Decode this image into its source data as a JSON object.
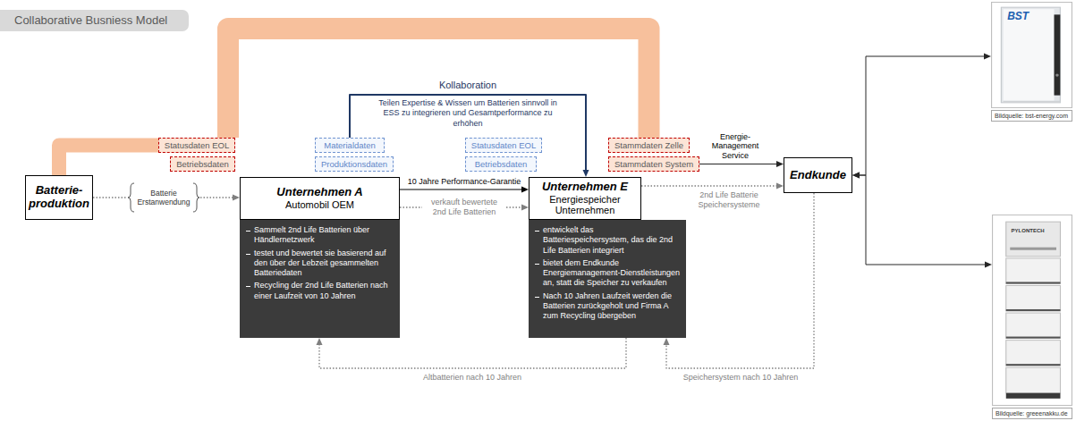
{
  "diagram": {
    "title": "Collaborative Busniess Model",
    "nodes": [
      {
        "text": [
          "Batterie- produktion"
        ]
      },
      {
        "text": [
          "Batterie Erstanwendung"
        ]
      },
      {
        "text": [
          "Unternehmen A",
          "Automobil OEM"
        ]
      },
      {
        "text": [
          "Sammelt 2nd Life Batterien über Händlernetzwerk",
          "testet und bewertet sie basierend auf den über der Lebzeit gesammelten Batteriedaten",
          "Recycling der 2nd Life Batterien nach einer Laufzeit von 10 Jahren"
        ]
      },
      {
        "text": [
          "Unternehmen E",
          "Energiespeicher Unternehmen"
        ]
      },
      {
        "text": [
          "entwickelt das Batteriespeichersystem, das die 2nd Life Batterien integriert",
          "bietet dem Endkunde Energiemanagement-Dienstleistungen an, statt die Speicher zu verkaufen",
          "Nach 10 Jahren Laufzeit werden die Batterien zurückgeholt und Firma A zum Recycling übergeben"
        ]
      },
      {
        "text": [
          "Endkunde"
        ]
      },
      {
        "text": [
          "Statusdaten EOL"
        ]
      },
      {
        "text": [
          "Betriebsdaten"
        ]
      },
      {
        "text": [
          "Materialdaten"
        ]
      },
      {
        "text": [
          "Produktionsdaten"
        ]
      },
      {
        "text": [
          "Statusdaten EOL"
        ]
      },
      {
        "text": [
          "Betriebsdaten"
        ]
      },
      {
        "text": [
          "Stammdaten Zelle"
        ]
      },
      {
        "text": [
          "Stammdaten System"
        ]
      },
      {
        "text": [
          "Bildquelle: bst-energy.com"
        ]
      },
      {
        "text": [
          "Bildquelle: greeenakku.de"
        ]
      }
    ],
    "edges": [
      {
        "from": 0,
        "to": 1,
        "arrow": "none"
      },
      {
        "from": 1,
        "to": 2,
        "arrow": "to"
      },
      {
        "from": 2,
        "to": 4,
        "label": "10 Jahre Performance-Garantie",
        "arrow": "to"
      },
      {
        "from": 2,
        "to": 4,
        "label": "verkauft bewertete 2nd Life Batterien",
        "arrow": "to"
      },
      {
        "from": 4,
        "to": 6,
        "label": "2nd Life Batterie Speichersysteme",
        "arrow": "to"
      },
      {
        "from": 14,
        "to": 6,
        "label": "Energie-Management Service",
        "arrow": "to"
      },
      {
        "from": 9,
        "to": 4,
        "label": "Kollaboration",
        "arrow": "to"
      },
      {
        "from": 6,
        "to": 15,
        "arrow": "both"
      },
      {
        "from": 6,
        "to": 16,
        "arrow": "both"
      },
      {
        "from": 5,
        "to": 3,
        "label": "Altbatterien nach 10 Jahren",
        "arrow": "to"
      },
      {
        "from": 6,
        "to": 5,
        "label": "Speichersystem nach 10 Jahren",
        "arrow": "to"
      },
      {
        "from": 0,
        "to": 7,
        "arrow": "none"
      },
      {
        "from": 7,
        "to": 13,
        "arrow": "none"
      }
    ],
    "labels": [
      "Teilen Expertise & Wissen um Batterien sinnvoll in ESS zu integrieren und Gesamtperformance zu erhöhen",
      "BST",
      "PYLONTECH"
    ]
  }
}
